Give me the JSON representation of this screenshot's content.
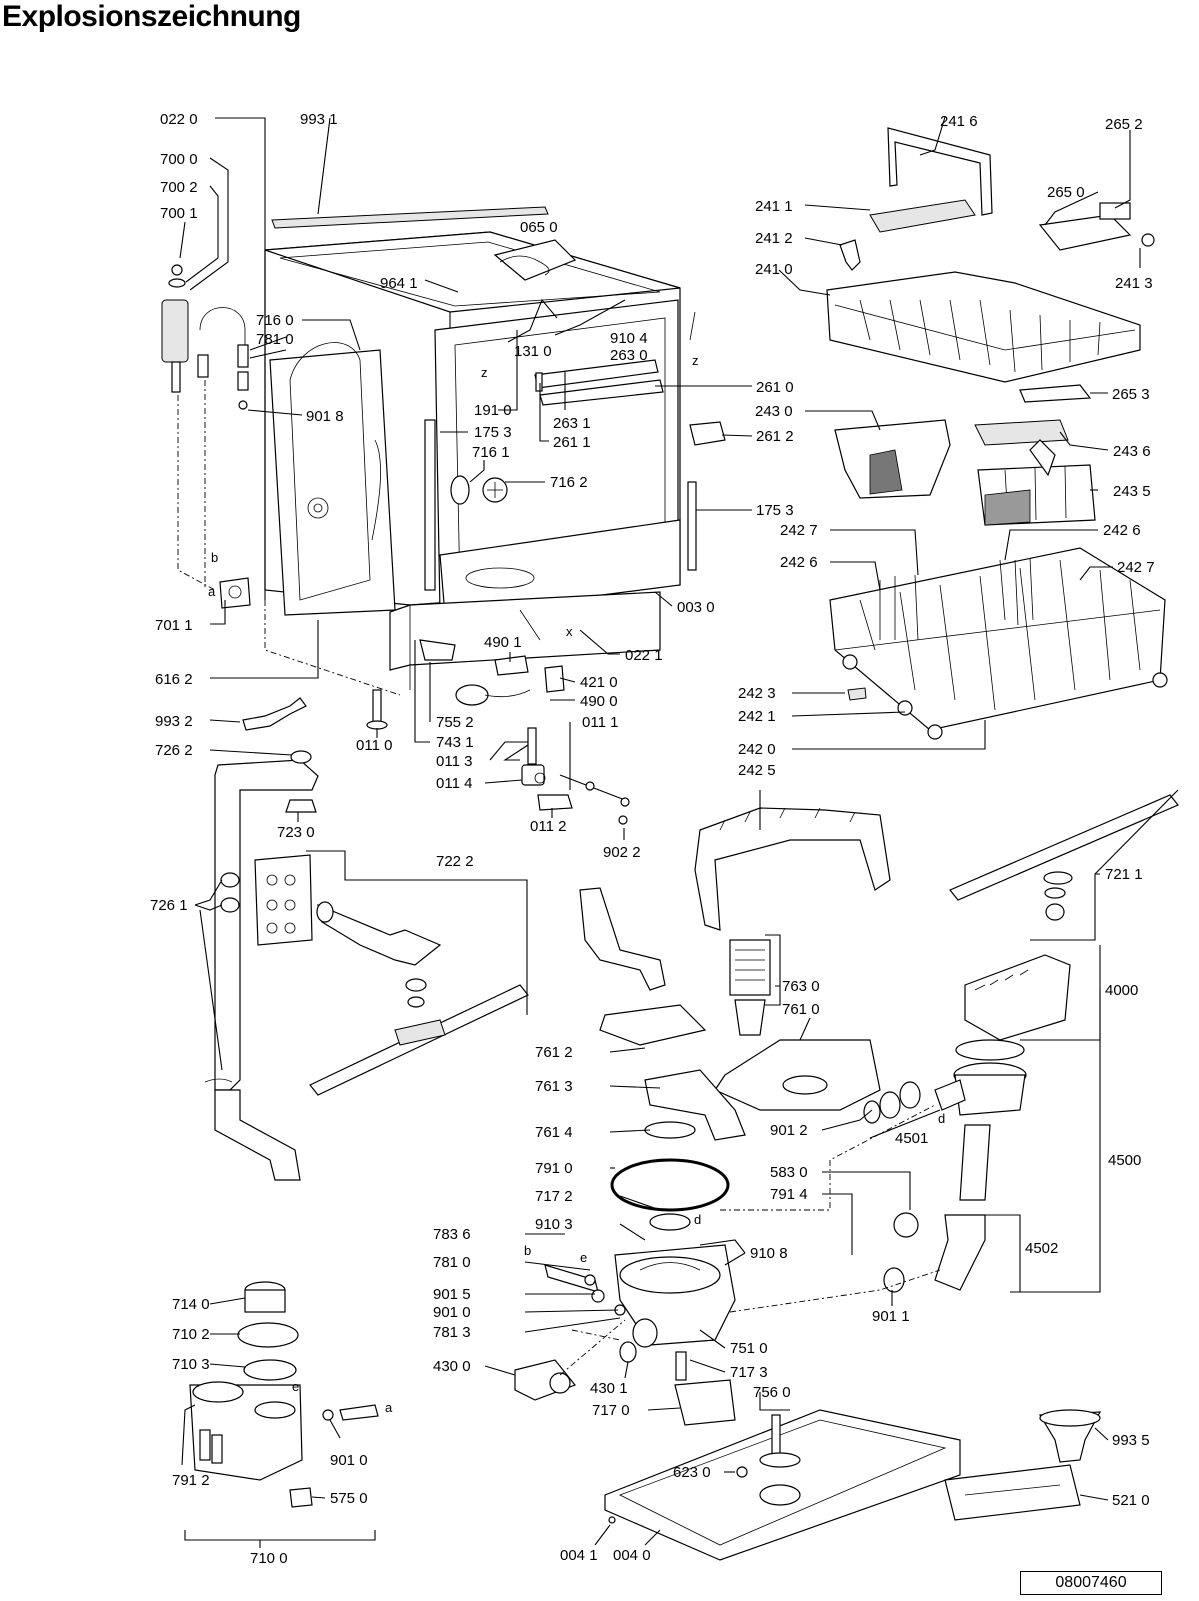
{
  "title": "Explosionszeichnung",
  "document_number": "08007460",
  "part_numbers": {
    "p0220": "022 0",
    "p9931": "993 1",
    "p7000": "700 0",
    "p7002": "700 2",
    "p7001": "700 1",
    "p0650": "065 0",
    "p9641": "964 1",
    "p7160": "716 0",
    "p7810": "781 0",
    "p1310": "131 0",
    "p9104": "910 4",
    "p2630": "263 0",
    "p9018": "901 8",
    "p1910": "191 0",
    "p1753a": "175 3",
    "p2631": "263 1",
    "p2611": "261 1",
    "p7161": "716 1",
    "p7162": "716 2",
    "p1753b": "175 3",
    "p2610": "261 0",
    "p2612": "261 2",
    "p0030": "003 0",
    "p4901": "490 1",
    "p0221": "022 1",
    "p4210": "421 0",
    "p4900": "490 0",
    "p7011": "701 1",
    "p6162": "616 2",
    "p0111": "011 1",
    "p9932": "993 2",
    "p0110": "011 0",
    "p7552": "755 2",
    "p7431": "743 1",
    "p0113": "011 3",
    "p7262": "726 2",
    "p0114": "011 4",
    "p0112": "011 2",
    "p9022": "902 2",
    "p7230": "723 0",
    "p7222": "722 2",
    "p7261": "726 1",
    "p2416": "241 6",
    "p2652": "265 2",
    "p2650": "265 0",
    "p2411": "241 1",
    "p2412": "241 2",
    "p2413": "241 3",
    "p2410": "241 0",
    "p2653": "265 3",
    "p2430": "243 0",
    "p2436": "243 6",
    "p2435": "243 5",
    "p2427a": "242 7",
    "p2426a": "242 6",
    "p2426b": "242 6",
    "p2427b": "242 7",
    "p2423": "242 3",
    "p2421": "242 1",
    "p2420": "242 0",
    "p2425": "242 5",
    "p7211": "721 1",
    "p7630": "763 0",
    "p7610": "761 0",
    "p4000": "4000",
    "p7612": "761 2",
    "p7613": "761 3",
    "p7614": "761 4",
    "p9012": "901 2",
    "p4501": "4501",
    "p4500": "4500",
    "p7910": "791 0",
    "p5830": "583 0",
    "p7914": "791 4",
    "p7172": "717 2",
    "p9103": "910 3",
    "p9108": "910 8",
    "p7836": "783 6",
    "p4502": "4502",
    "p7810b": "781 0",
    "p9015": "901 5",
    "p9010a": "901 0",
    "p7813": "781 3",
    "p9011": "901 1",
    "p7140": "714 0",
    "p7510": "751 0",
    "p7102": "710 2",
    "p4300": "430 0",
    "p4301": "430 1",
    "p7173": "717 3",
    "p7103": "710 3",
    "p7560": "756 0",
    "p7170": "717 0",
    "p9935": "993 5",
    "p9010b": "901 0",
    "p6230": "623 0",
    "p7912": "791 2",
    "p5750": "575 0",
    "p5210": "521 0",
    "p0041": "004 1",
    "p0040": "004 0",
    "p7100": "710 0"
  },
  "connector_letters": {
    "b1": "b",
    "a1": "a",
    "e1": "e",
    "a2": "a",
    "d1": "d",
    "d2": "d",
    "e2": "e",
    "b2": "b",
    "z1": "z",
    "z2": "z",
    "x1": "x"
  }
}
